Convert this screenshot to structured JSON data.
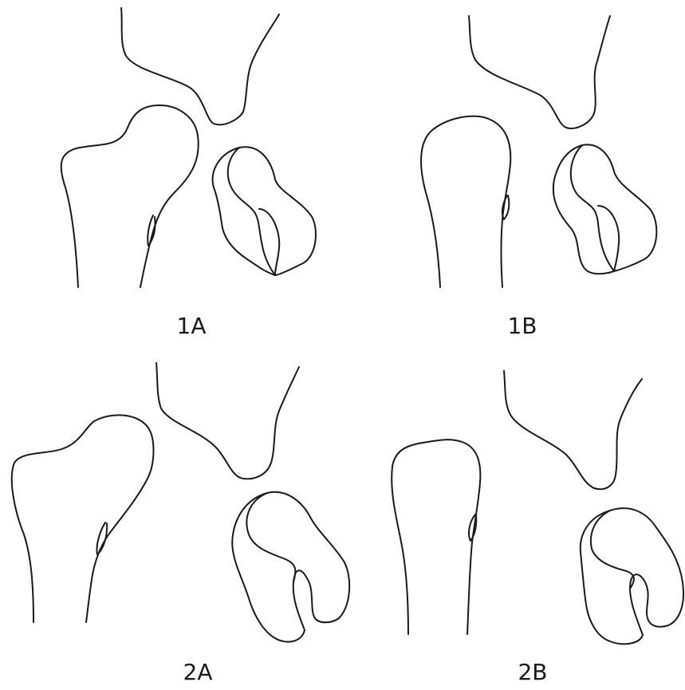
{
  "panels": [
    {
      "id": "1A",
      "label": "1A"
    },
    {
      "id": "1B",
      "label": "1B"
    },
    {
      "id": "2A",
      "label": "2A"
    },
    {
      "id": "2B",
      "label": "2B"
    }
  ],
  "colors": {
    "line": "#1a1a1a",
    "background": "#ffffff"
  }
}
